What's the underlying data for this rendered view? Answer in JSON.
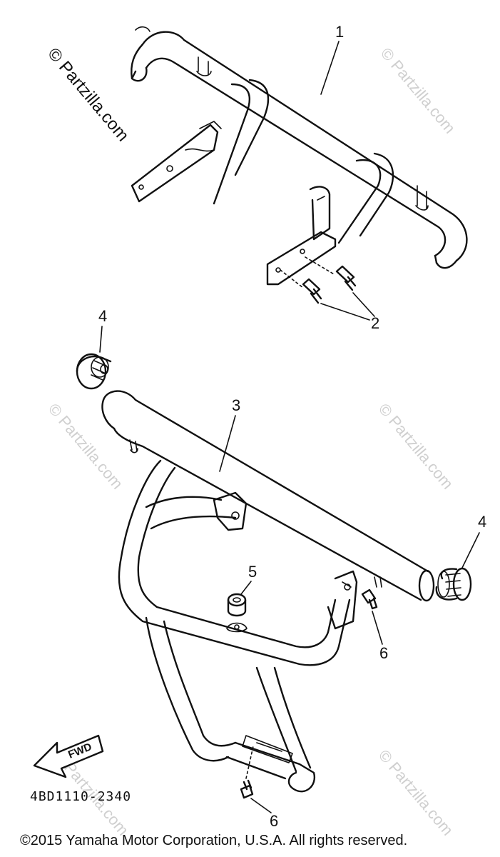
{
  "watermarks": {
    "primary": "© Partzilla.com",
    "faint": "© Partzilla.com"
  },
  "callouts": {
    "part1": "1",
    "part2": "2",
    "part3": "3",
    "part4_top": "4",
    "part4_right": "4",
    "part5": "5",
    "part6_right": "6",
    "part6_bottom": "6"
  },
  "direction_marker": "FWD",
  "diagram_code": "4BD1110-2340",
  "copyright": "©2015 Yamaha Motor Corporation, U.S.A. All rights reserved."
}
